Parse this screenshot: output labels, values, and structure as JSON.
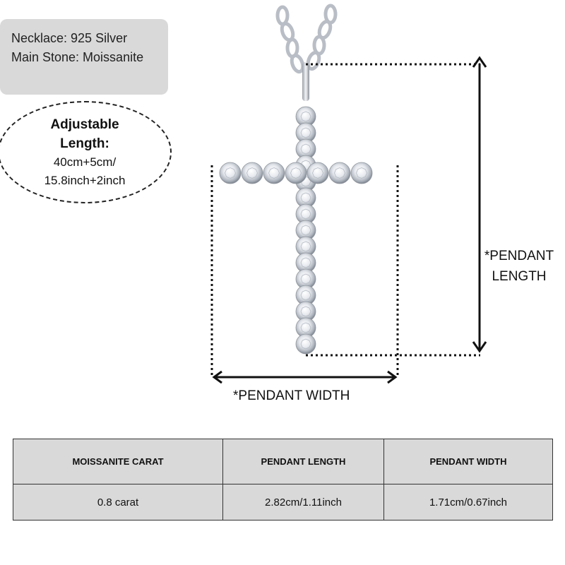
{
  "spec_box": {
    "line1": "Necklace: 925 Silver",
    "line2": "Main Stone: Moissanite"
  },
  "adjustable": {
    "line1": "Adjustable",
    "line2": "Length:",
    "line3": "40cm+5cm/",
    "line4": "15.8inch+2inch"
  },
  "dimensions": {
    "length_label_1": "*PENDANT",
    "length_label_2": "LENGTH",
    "width_label": "*PENDANT WIDTH"
  },
  "table": {
    "headers": [
      "MOISSANITE CARAT",
      "PENDANT LENGTH",
      "PENDANT WIDTH"
    ],
    "rows": [
      [
        "0.8 carat",
        "2.82cm/1.11inch",
        "1.71cm/0.67inch"
      ]
    ]
  },
  "colors": {
    "panel_gray": "#d9d9d9",
    "silver": "#c8ccd2",
    "dimension_line": "#111111"
  },
  "icons": [
    "cross-pendant-image",
    "chain-image"
  ]
}
